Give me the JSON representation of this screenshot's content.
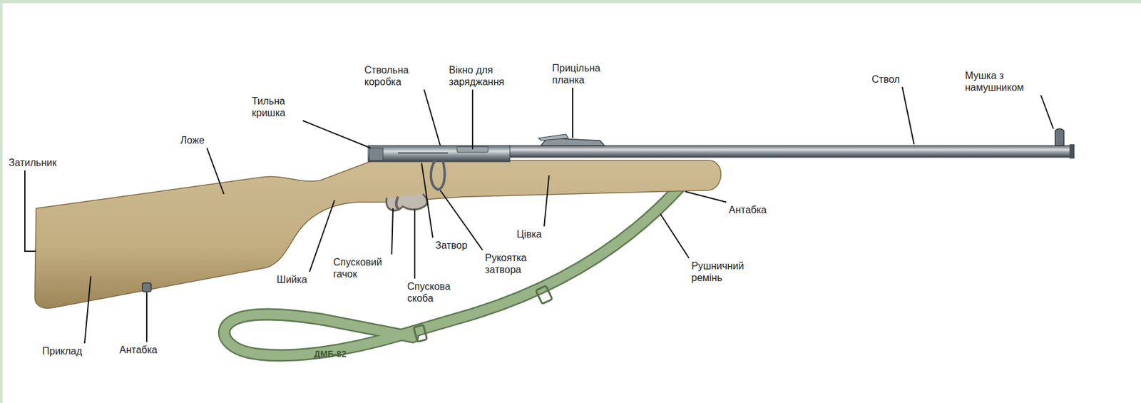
{
  "diagram": {
    "labels": [
      "Затильник",
      "Ложе",
      "Тильна кришка",
      "Ствольна коробка",
      "Вікно для заряджання",
      "Прицільна планка",
      "Ствол",
      "Мушка з намушником",
      "Антабка",
      "Рушничний ремінь",
      "Цівка",
      "Рукоятка затвора",
      "Затвор",
      "Спусковий гачок",
      "Спускова скоба",
      "Шийка",
      "Приклад",
      "Антабка",
      "ДМБ-82"
    ]
  }
}
